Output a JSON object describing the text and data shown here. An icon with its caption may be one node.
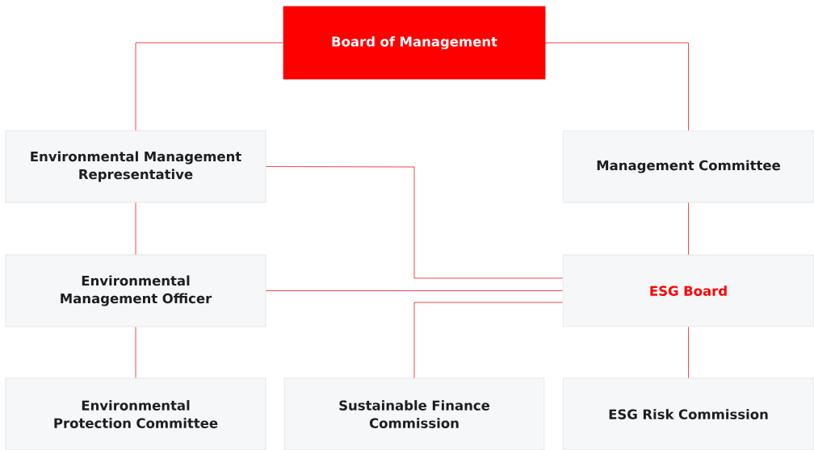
{
  "diagram": {
    "nodes": [
      {
        "text": [
          "Board of Management"
        ]
      },
      {
        "text": [
          "Environmental Management Representative"
        ]
      },
      {
        "text": [
          "Management Committee"
        ]
      },
      {
        "text": [
          "Environmental Management Officer"
        ]
      },
      {
        "text": [
          "ESG Board"
        ]
      },
      {
        "text": [
          "Environmental Protection Committee"
        ]
      },
      {
        "text": [
          "Sustainable Finance Commission"
        ]
      },
      {
        "text": [
          "ESG Risk Commission"
        ]
      }
    ],
    "edges": [
      {
        "from": 0,
        "to": 1,
        "arrow": "none"
      },
      {
        "from": 0,
        "to": 2,
        "arrow": "none"
      },
      {
        "from": 1,
        "to": 3,
        "arrow": "none"
      },
      {
        "from": 1,
        "to": 4,
        "arrow": "none"
      },
      {
        "from": 2,
        "to": 4,
        "arrow": "none"
      },
      {
        "from": 3,
        "to": 4,
        "arrow": "none"
      },
      {
        "from": 3,
        "to": 5,
        "arrow": "none"
      },
      {
        "from": 4,
        "to": 6,
        "arrow": "none"
      },
      {
        "from": 4,
        "to": 7,
        "arrow": "none"
      }
    ]
  }
}
